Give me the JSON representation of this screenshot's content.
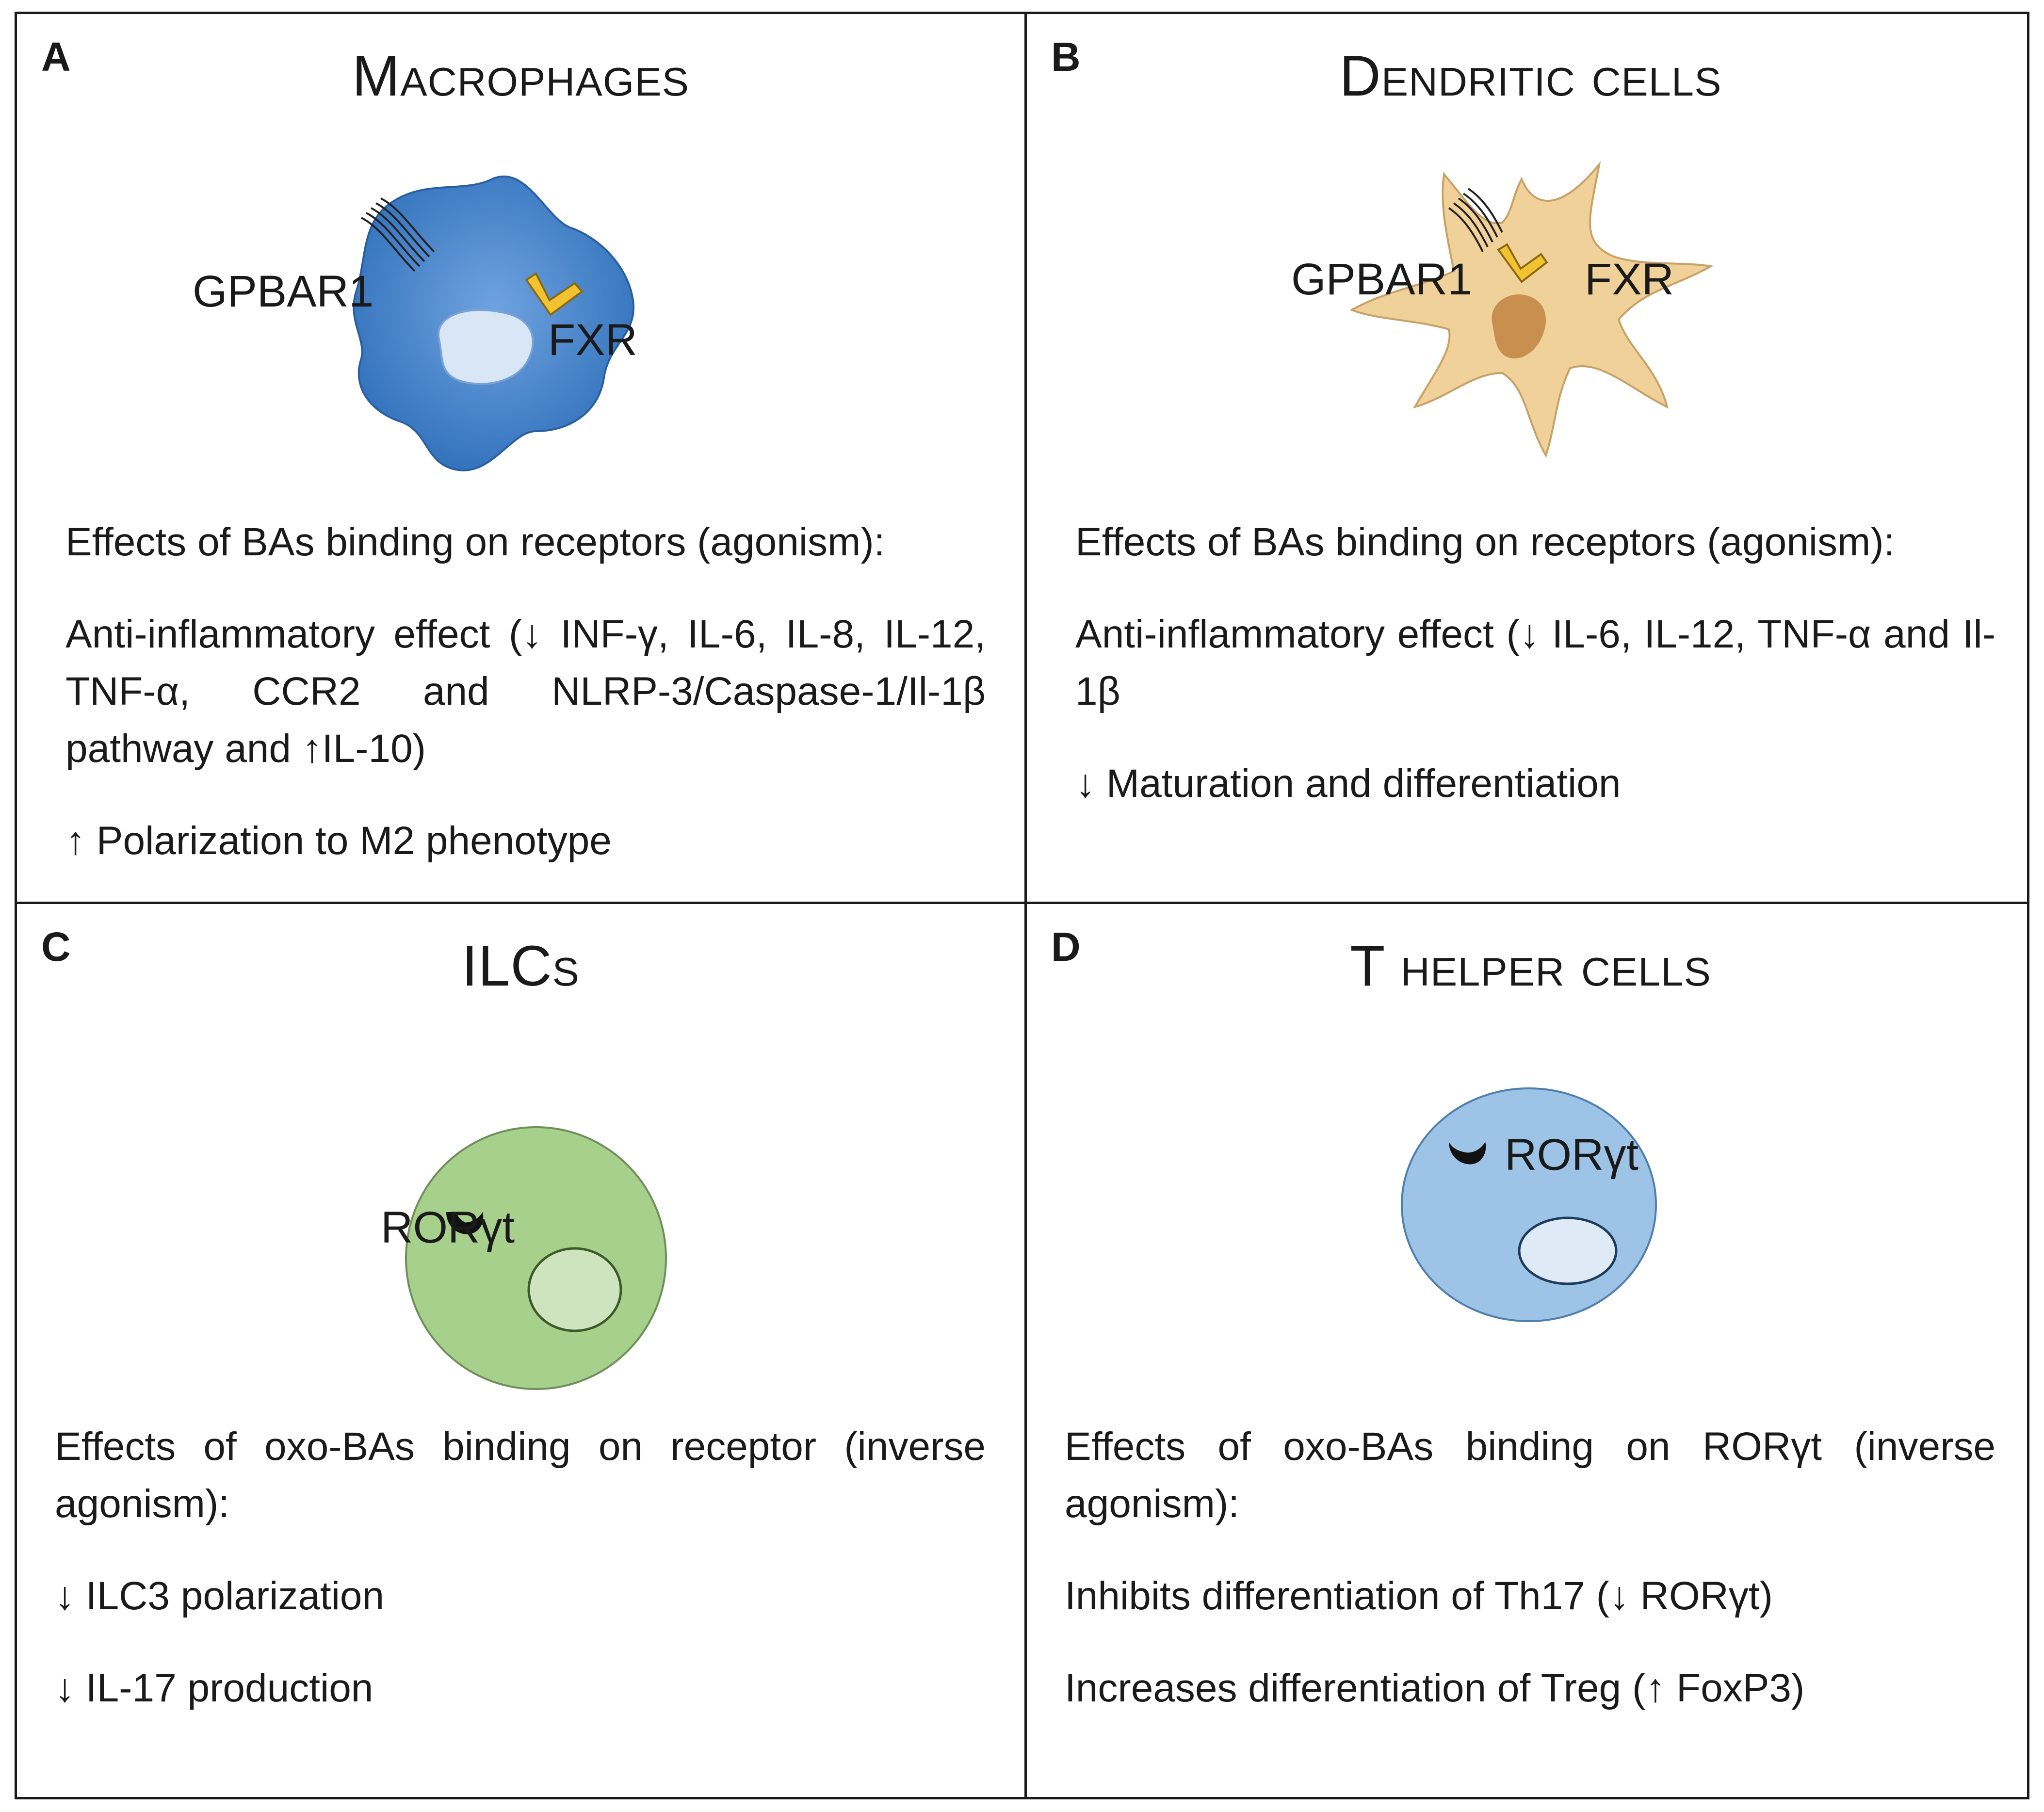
{
  "panels": {
    "a": {
      "letter": "A",
      "title": "Macrophages",
      "receptor_labels": {
        "gpbar1": "GPBAR1",
        "fxr": "FXR"
      },
      "heading": "Effects of BAs binding on receptors (agonism):",
      "effects": [
        "Anti-inflammatory effect (↓ INF-γ, IL-6, IL-8, IL-12, TNF-α, CCR2 and NLRP-3/Caspase-1/Il-1β pathway and ↑IL-10)",
        "↑ Polarization to M2 phenotype"
      ]
    },
    "b": {
      "letter": "B",
      "title": "Dendritic cells",
      "receptor_labels": {
        "gpbar1": "GPBAR1",
        "fxr": "FXR"
      },
      "heading": "Effects of BAs binding on receptors (agonism):",
      "effects": [
        "Anti-inflammatory effect (↓ IL-6, IL-12, TNF-α and Il-1β",
        "↓ Maturation and differentiation"
      ]
    },
    "c": {
      "letter": "C",
      "title": "ILCs",
      "receptor_labels": {
        "rorgt": "RORγt"
      },
      "heading": "Effects of oxo-BAs binding on receptor (inverse agonism):",
      "effects": [
        "↓ ILC3 polarization",
        "↓ IL-17 production"
      ]
    },
    "d": {
      "letter": "D",
      "title": "T helper cells",
      "receptor_labels": {
        "rorgt": "RORγt"
      },
      "heading": "Effects of oxo-BAs binding on RORγt (inverse agonism):",
      "effects": [
        "Inhibits differentiation of Th17 (↓ RORγt)",
        "Increases differentiation of Treg (↑ FoxP3)"
      ]
    }
  },
  "colors": {
    "macrophage": "#2f6fba",
    "macrophage_nucleus": "#d8e6f6",
    "dendritic": "#f0d19a",
    "dendritic_nucleus": "#c98f4f",
    "fxr": "#f2c230",
    "ilc": "#a8d08d",
    "ilc_nucleus": "#cde4bf",
    "th": "#9dc3e6",
    "th_nucleus": "#deebf7"
  }
}
